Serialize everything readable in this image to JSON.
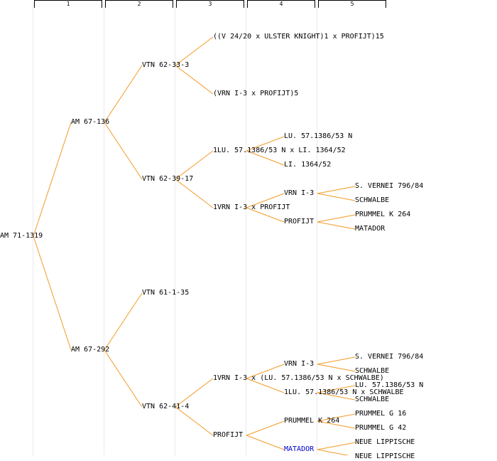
{
  "generations": [
    "1",
    "2",
    "3",
    "4",
    "5"
  ],
  "colors": {
    "link": "#f39a26",
    "text": "#000000",
    "highlight": "#0000cc"
  },
  "tree": {
    "label": "AM 71-1319",
    "children": [
      {
        "label": "AM 67-136",
        "children": [
          {
            "label": "VTN 62-33-3",
            "children": [
              {
                "label": "((V 24/20 x ULSTER KNIGHT)1 x PROFIJT)15"
              },
              {
                "label": "(VRN I-3 x PROFIJT)5"
              }
            ]
          },
          {
            "label": "VTN 62-39-17",
            "children": [
              {
                "label": "1LU. 57.1386/53 N x LI. 1364/52",
                "children": [
                  {
                    "label": "LU. 57.1386/53 N"
                  },
                  {
                    "label": "LI. 1364/52"
                  }
                ]
              },
              {
                "label": "1VRN I-3 x PROFIJT",
                "children": [
                  {
                    "label": "VRN I-3",
                    "children": [
                      {
                        "label": "S. VERNEI 796/84"
                      },
                      {
                        "label": "SCHWALBE"
                      }
                    ]
                  },
                  {
                    "label": "PROFIJT",
                    "children": [
                      {
                        "label": "PRUMMEL K 264"
                      },
                      {
                        "label": "MATADOR"
                      }
                    ]
                  }
                ]
              }
            ]
          }
        ]
      },
      {
        "label": "AM 67-292",
        "children": [
          {
            "label": "VTN 61-1-35"
          },
          {
            "label": "VTN 62-41-4",
            "children": [
              {
                "label": "1VRN I-3 x (LU. 57.1386/53 N x SCHWALBE)",
                "children": [
                  {
                    "label": "VRN I-3",
                    "children": [
                      {
                        "label": "S. VERNEI 796/84"
                      },
                      {
                        "label": "SCHWALBE"
                      }
                    ]
                  },
                  {
                    "label": "1LU. 57.1386/53 N x SCHWALBE",
                    "children": [
                      {
                        "label": "LU. 57.1386/53 N"
                      },
                      {
                        "label": "SCHWALBE"
                      }
                    ]
                  }
                ]
              },
              {
                "label": "PROFIJT",
                "children": [
                  {
                    "label": "PRUMMEL K 264",
                    "children": [
                      {
                        "label": "PRUMMEL G 16"
                      },
                      {
                        "label": "PRUMMEL G 42"
                      }
                    ]
                  },
                  {
                    "label": "MATADOR",
                    "highlight": true,
                    "children": [
                      {
                        "label": "NEUE LIPPISCHE"
                      },
                      {
                        "label": "NEUE LIPPISCHE"
                      }
                    ]
                  }
                ]
              }
            ]
          }
        ]
      }
    ]
  }
}
